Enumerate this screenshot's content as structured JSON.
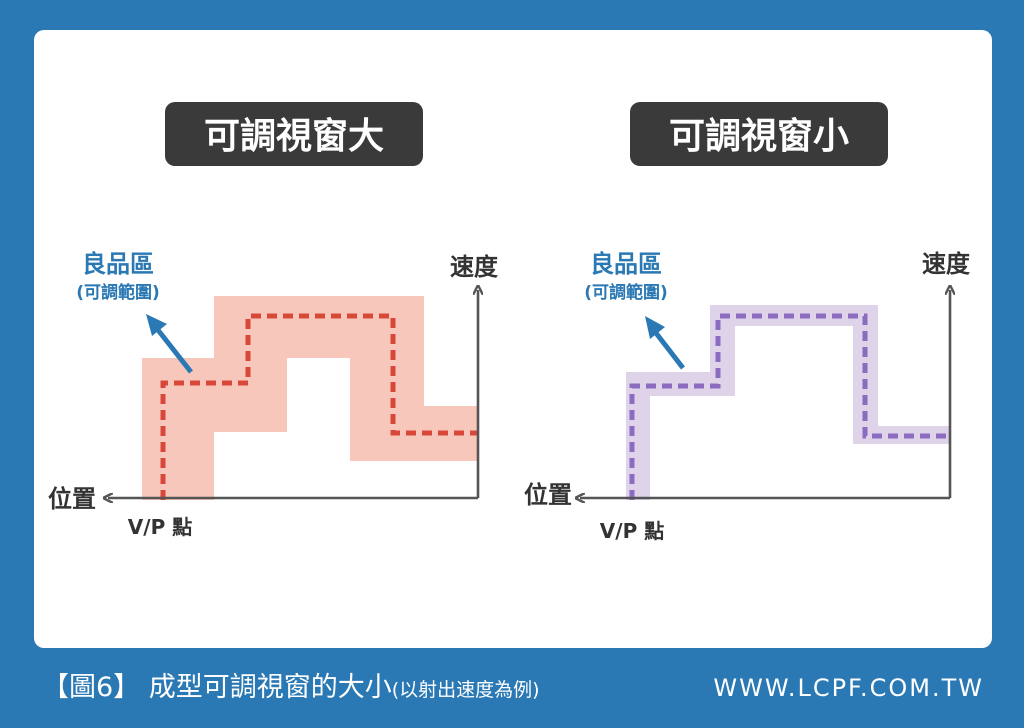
{
  "left_panel": {
    "title": "可調視窗大",
    "good_zone_label": "良品區",
    "good_zone_sublabel": "(可調範圍)",
    "y_axis_label": "速度",
    "x_axis_label": "位置",
    "vp_label": "V/P 點"
  },
  "right_panel": {
    "title": "可調視窗小",
    "good_zone_label": "良品區",
    "good_zone_sublabel": "(可調範圍)",
    "y_axis_label": "速度",
    "x_axis_label": "位置",
    "vp_label": "V/P 點"
  },
  "footer": {
    "caption_main": "【圖6】 成型可調視窗的大小",
    "caption_note": "(以射出速度為例)",
    "site": "WWW.LCPF.COM.TW"
  },
  "colors": {
    "frame_blue": "#2a78b4",
    "title_badge": "#3a3a3a",
    "label_blue": "#2a78b4",
    "axis_gray": "#555555",
    "wide_zone_fill": "#f6c7ba",
    "wide_zone_line": "#d9473a",
    "narrow_zone_fill": "#ded3e9",
    "narrow_zone_line": "#8b6cc0"
  },
  "icons": [
    "arrow-up-icon",
    "arrow-left-icon",
    "pointer-arrow-icon"
  ]
}
